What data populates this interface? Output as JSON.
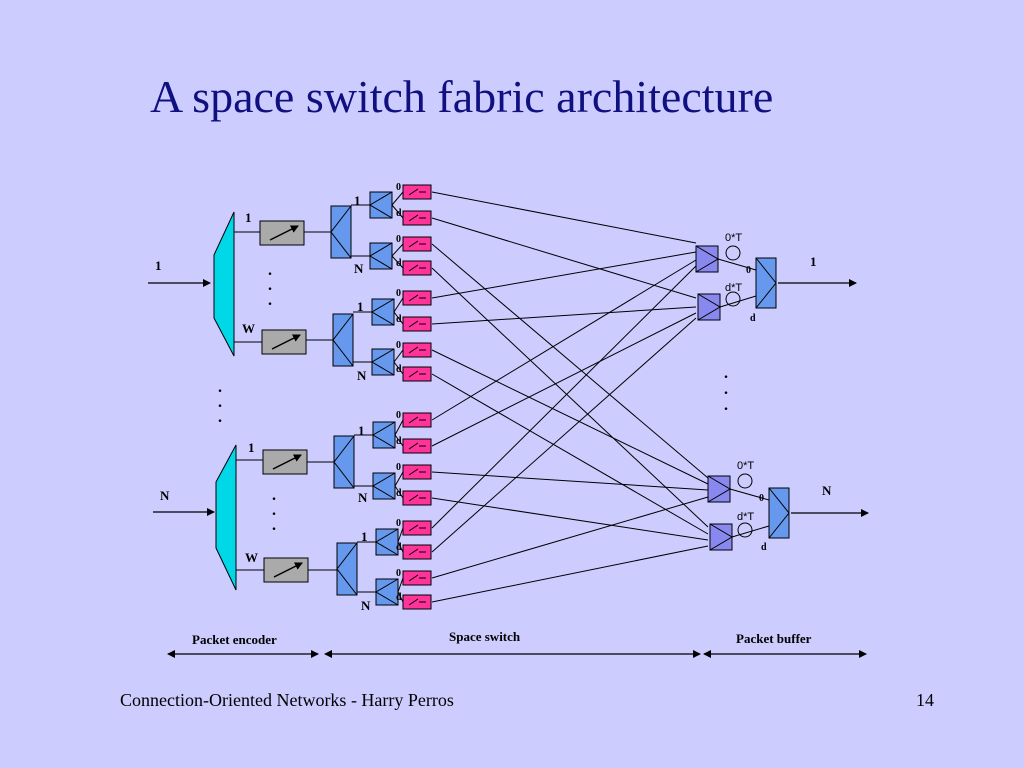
{
  "slide": {
    "title": "A space switch fabric architecture",
    "footer": "Connection-Oriented Networks - Harry Perros",
    "page_number": "14"
  },
  "diagram": {
    "section_labels": {
      "encoder": "Packet encoder",
      "switch": "Space switch",
      "buffer": "Packet buffer"
    },
    "input_labels": [
      "1",
      "N"
    ],
    "output_labels": [
      "1",
      "N"
    ],
    "wavelength_labels": [
      "1",
      "W"
    ],
    "fiber_labels": [
      "1",
      "N"
    ],
    "gate_labels": [
      "0",
      "d"
    ],
    "delay_labels": [
      "0*T",
      "d*T"
    ],
    "buffer_port_labels": [
      "0",
      "d"
    ],
    "ellipsis": "."
  },
  "colors": {
    "background": "#ccccff",
    "title": "#101080",
    "demux": "#00d8e8",
    "switch_block": "#6699ee",
    "gate": "#ff3399",
    "converter": "#aaaaaa",
    "buffer_block": "#8888ee"
  }
}
